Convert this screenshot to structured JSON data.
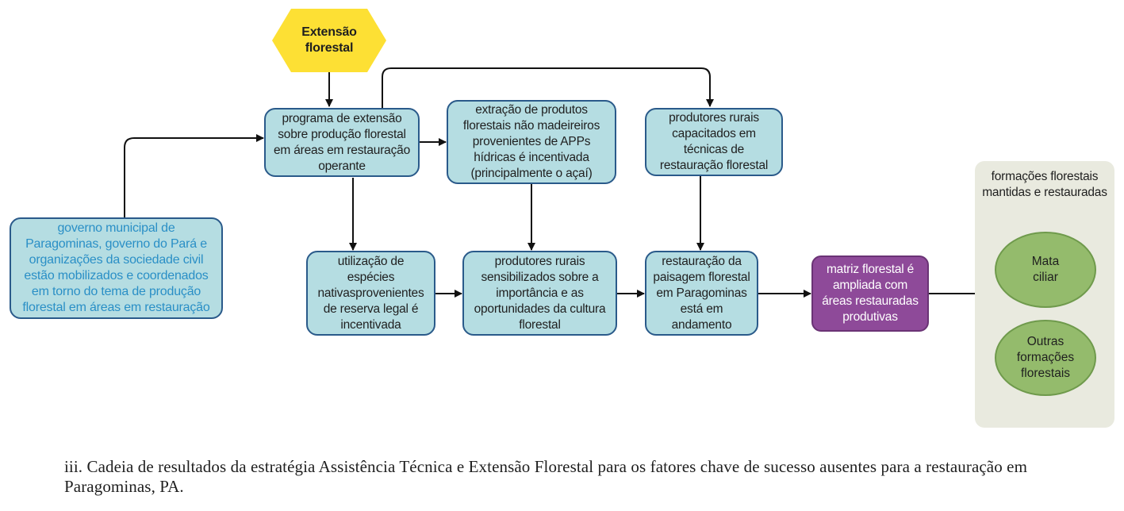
{
  "hexagon": {
    "label": "Extensão\nflorestal",
    "color": "#fde034"
  },
  "boxes": {
    "programa": "programa de extensão sobre produção florestal em áreas em restauração operante",
    "extracao": "extração de produtos florestais não madeireiros provenientes de APPs hídricas é incentivada (principalmente o açaí)",
    "capacitados": "produtores rurais capacitados em técnicas de restauração florestal",
    "governo": "governo municipal de Paragominas, governo do Pará e organizações da sociedade civil estão mobilizados e coordenados em torno do tema de produção florestal em áreas em restauração",
    "utilizacao": "utilização de espécies nativasprovenientes de reserva legal é incentivada",
    "sensibilizados": "produtores rurais sensibilizados sobre a importância e as oportunidades da cultura florestal",
    "paisagem": "restauração da paisagem florestal em Paragominas está em andamento",
    "matriz": "matriz florestal é ampliada com áreas restauradas produtivas"
  },
  "panel": {
    "title": "formações florestais mantidas e restauradas",
    "items": [
      "Mata\nciliar",
      "Outras\nformações\nflorestais"
    ]
  },
  "caption": "iii. Cadeia de resultados da estratégia Assistência Técnica e Extensão Florestal para os fatores chave de sucesso ausentes para a restauração em Paragominas, PA.",
  "colors": {
    "box_fill": "#b5dde2",
    "box_border": "#2a5a8a",
    "matriz_fill": "#8e4a99",
    "panel_fill": "#e9eadf",
    "ellipse_fill": "#94bb6c",
    "governo_text": "#2a8fc6"
  }
}
